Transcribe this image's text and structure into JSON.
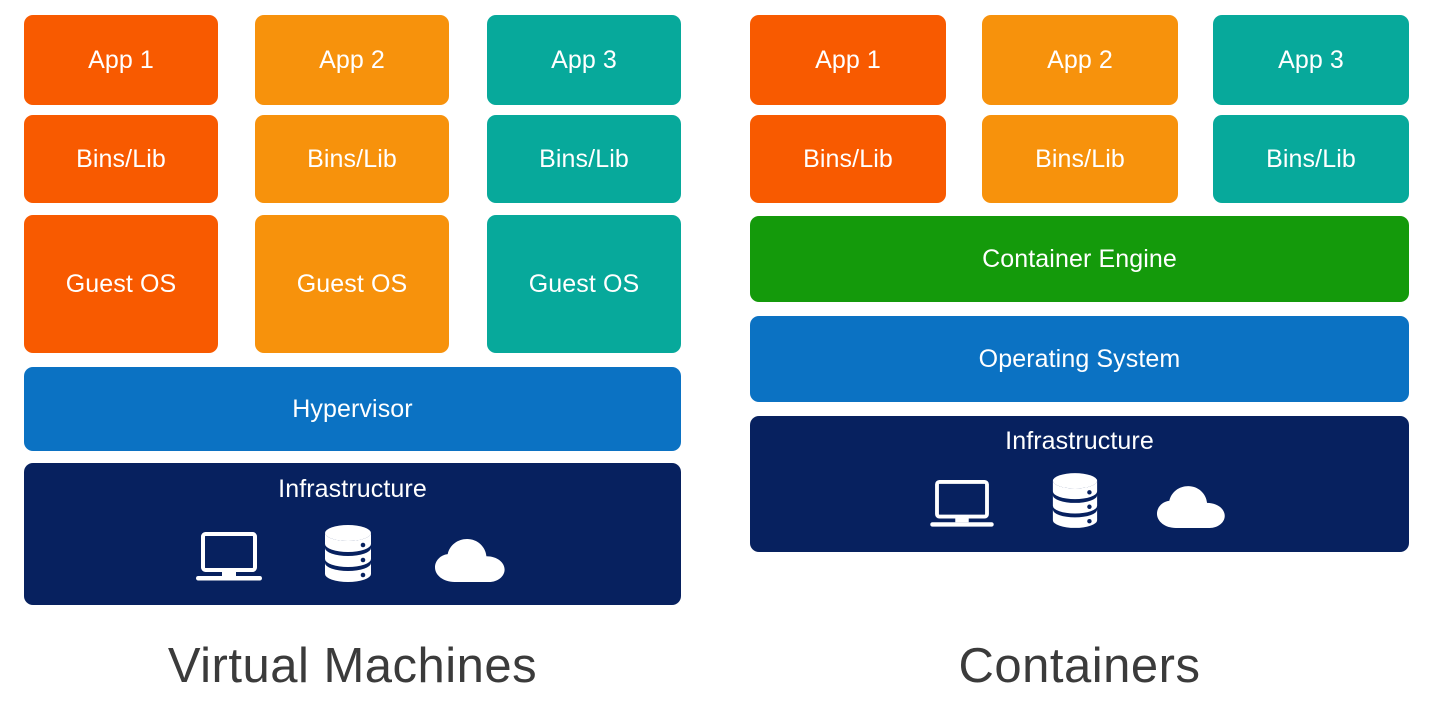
{
  "diagram": {
    "title_left": "Virtual Machines",
    "title_right": "Containers",
    "colors": {
      "app1": "#F85A00",
      "app2": "#F7920C",
      "app3": "#07A99B",
      "hypervisor": "#0B72C3",
      "container_engine": "#149A0B",
      "operating_system": "#0B72C3",
      "infrastructure": "#07215F",
      "caption_text": "#3b3b3b",
      "background": "#FFFFFF"
    }
  },
  "left_stack": {
    "name": "Virtual Machines",
    "columns": [
      {
        "app": "App 1",
        "bins": "Bins/Lib",
        "guest_os": "Guest OS",
        "color": "#F85A00"
      },
      {
        "app": "App 2",
        "bins": "Bins/Lib",
        "guest_os": "Guest OS",
        "color": "#F7920C"
      },
      {
        "app": "App 3",
        "bins": "Bins/Lib",
        "guest_os": "Guest OS",
        "color": "#07A99B"
      }
    ],
    "hypervisor": "Hypervisor",
    "infrastructure": {
      "label": "Infrastructure",
      "icons": [
        "laptop-icon",
        "database-icon",
        "cloud-icon"
      ]
    }
  },
  "right_stack": {
    "name": "Containers",
    "columns": [
      {
        "app": "App 1",
        "bins": "Bins/Lib",
        "color": "#F85A00"
      },
      {
        "app": "App 2",
        "bins": "Bins/Lib",
        "color": "#F7920C"
      },
      {
        "app": "App 3",
        "bins": "Bins/Lib",
        "color": "#07A99B"
      }
    ],
    "container_engine": "Container Engine",
    "operating_system": "Operating System",
    "infrastructure": {
      "label": "Infrastructure",
      "icons": [
        "laptop-icon",
        "database-icon",
        "cloud-icon"
      ]
    }
  }
}
